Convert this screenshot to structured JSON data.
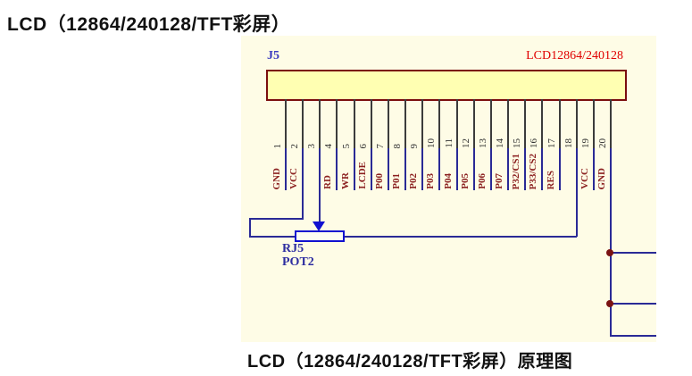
{
  "title": "LCD（12864/240128/TFT彩屏）",
  "caption": "LCD（12864/240128/TFT彩屏）原理图",
  "schematic": {
    "designator": "J5",
    "part_label": "LCD12864/240128",
    "pins": [
      {
        "number": "1",
        "label": "GND"
      },
      {
        "number": "2",
        "label": "VCC"
      },
      {
        "number": "3",
        "label": ""
      },
      {
        "number": "4",
        "label": "RD"
      },
      {
        "number": "5",
        "label": "WR"
      },
      {
        "number": "6",
        "label": "LCDE"
      },
      {
        "number": "7",
        "label": "P00"
      },
      {
        "number": "8",
        "label": "P01"
      },
      {
        "number": "9",
        "label": "P02"
      },
      {
        "number": "10",
        "label": "P03"
      },
      {
        "number": "11",
        "label": "P04"
      },
      {
        "number": "12",
        "label": "P05"
      },
      {
        "number": "13",
        "label": "P06"
      },
      {
        "number": "14",
        "label": "P07"
      },
      {
        "number": "15",
        "label": "P32/CS1"
      },
      {
        "number": "16",
        "label": "P33/CS2"
      },
      {
        "number": "17",
        "label": "RES"
      },
      {
        "number": "18",
        "label": ""
      },
      {
        "number": "19",
        "label": "VCC"
      },
      {
        "number": "20",
        "label": "GND"
      }
    ],
    "pot": {
      "designator": "RJ5",
      "type_label": "POT2"
    }
  },
  "colors": {
    "sheet_background": "#FEFCE6",
    "connector_fill": "#FFFFB2",
    "connector_border": "#7B0E0E",
    "wire": "#2A2A96",
    "net_label": "#8B2020",
    "designator_blue": "#3A3AC0",
    "part_label_red": "#E00000",
    "pot_symbol_blue": "#1010D0",
    "junction_dot": "#7A1212"
  }
}
